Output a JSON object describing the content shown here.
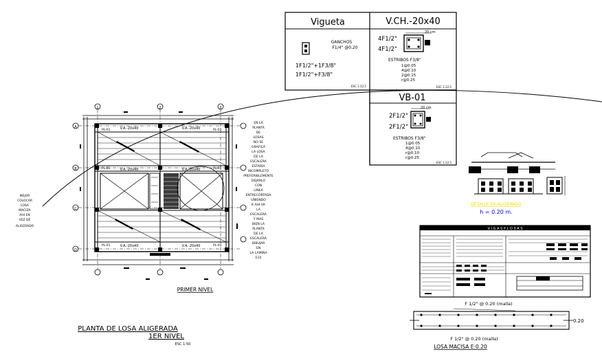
{
  "vigueta": {
    "title": "Vigueta",
    "ganchos": "GANCHOS",
    "ganchos_spec": "F1/4\" @0.20",
    "bars_top": "1F1/2\"+1F3/8\"",
    "bars_bottom": "1F1/2\"+F3/8\"",
    "scale": "ESC 1:12.5"
  },
  "vch": {
    "title": "V.CH.-20x40",
    "bars_top": "4F1/2\"",
    "bars_bottom": "4F1/2\"",
    "dim": "20 cm",
    "estribos_title": "ESTRIBOS F3/8\"",
    "estribos": [
      "1@0.05",
      "4@0.10",
      "2@0.15",
      "r@0.25"
    ],
    "scale": "ESC 1:12.5"
  },
  "vb01": {
    "title": "VB-01",
    "bars_top": "2F1/2\"",
    "bars_bottom": "2F1/2\"",
    "dim": "20 cm",
    "estribos_title": "ESTRIBOS F3/8\"",
    "estribos": [
      "1@0.05",
      "4@0.10",
      "r@0.10",
      "r@0.25"
    ],
    "scale": "ESC 1:12.5"
  },
  "plan": {
    "grid_top": [
      "1",
      "2",
      "3"
    ],
    "grid_side": [
      "A",
      "B",
      "C",
      "D"
    ],
    "beams": [
      "V.A.-20x40",
      "V.A.-20x40",
      "V.A.-20x40",
      "V.A.-20x40",
      "V.A.-20x40",
      "V.A.-20x40"
    ],
    "pl_labels": [
      "PL-01",
      "PL-01",
      "PL-01",
      "PL-01",
      "PL-01",
      "PL-01"
    ],
    "caption": "PRIMER NIVEL"
  },
  "left_note": [
    "MEJOR",
    "COLOCAR",
    "LOSA",
    "MACIZA",
    "AHI EN",
    "VEZ DE",
    "ALIGERADO"
  ],
  "right_note": [
    "EN LA",
    "PLANTA",
    "DE",
    "LOSAS",
    "NO SE",
    "GRAFICA",
    "LA LOSA",
    "DE LA",
    "ESCALERA",
    "ESTARIA",
    "INCOMPLETO",
    "PREFERIBLEMENTE",
    "DEJARLO",
    "CON",
    "LINEA",
    "ENTRECORTADA",
    "UNIENDO",
    "K AHI VA",
    "LA",
    "ESCALERA",
    "Y MAS",
    "BIEN LA",
    "PLANTA",
    "DE LA",
    "ESCALERA",
    "DIBUJAR",
    "EN",
    "LA LAMINA",
    "E10"
  ],
  "detail": {
    "title": "DETALLE DE ALIGERADO",
    "height": "h = 0.20 m."
  },
  "table": {
    "title": "V I G A S   Y   L O S A S"
  },
  "losa": {
    "top_label": "F 1/2\" @ 0.20 (malla)",
    "bottom_label": "F 1/2\" @ 0.20 (malla)",
    "thickness": "0.20",
    "title": "LOSA MACISA E:0.20"
  },
  "main_title": {
    "line1": "PLANTA DE LOSA ALIGERADA",
    "line2": "1ER NIVEL",
    "scale": "ESC 1:50"
  },
  "colors": {
    "ink": "#000000",
    "highlight": "#e8e000",
    "accent": "#0000ff"
  }
}
